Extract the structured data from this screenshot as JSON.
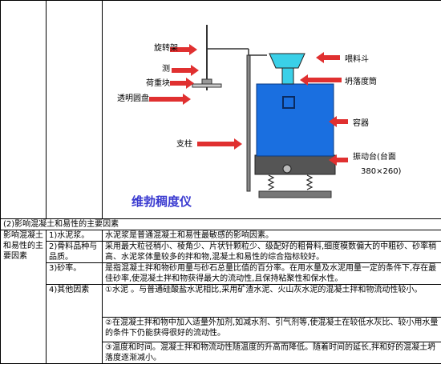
{
  "diagram": {
    "labels": {
      "rotating_frame": "旋转架",
      "rod": "测",
      "load_block": "荷重块",
      "transparent_disc": "透明圆盘",
      "hopper": "喂料斗",
      "fixing_screw": "坍落度筒",
      "container": "容器",
      "post": "支柱",
      "vibration_table": "振动台(台面",
      "vibration_size": "380×260)",
      "title": "维勃稠度仪"
    }
  },
  "section": {
    "heading": "(2)影响混凝土和易性的主要因素",
    "first_col": "影响混凝土和易性的主要因素"
  },
  "rows": [
    {
      "label": "1)水泥浆。",
      "text": "水泥浆是普通混凝土和易性最敏感的影响因素。"
    },
    {
      "label": "2)骨料品种与品质。",
      "text": "采用最大粒径稍小、棱角少、片状针颗粒少、级配好的粗骨料,细度模数偏大的中粗砂、砂率稍高、水泥浆体量较多的拌和物,混凝土和易性的综合指标较好。"
    },
    {
      "label": "3)砂率。",
      "text": "是指混凝土拌和物砂用量与砂石总量比值的百分率。在用水量及水泥用量一定的条件下,存在最佳砂率,使混凝土拌和物获得最大的流动性,且保持粘聚性和保水性。"
    }
  ],
  "other": {
    "label": "4)其他因素",
    "items": [
      "①水泥 。与普通硅酸盐水泥相比,采用矿渣水泥、火山灰水泥的混凝土拌和物流动性较小。",
      "②在混凝土拌和物中加入适量外加剂,如减水剂、引气剂等,使混凝土在较低水灰比、较小用水量的条件下仍能获得很好的流动性。",
      "③温度和时间。混凝土拌和物流动性随温度的升高而降低。随着时间的延长,拌和好的混凝土坍落度逐渐减小。"
    ]
  },
  "colors": {
    "container": "#1a6fe0",
    "arrow": "#e03030",
    "hopper": "#3ad0e8",
    "title": "#3a3ad0"
  }
}
